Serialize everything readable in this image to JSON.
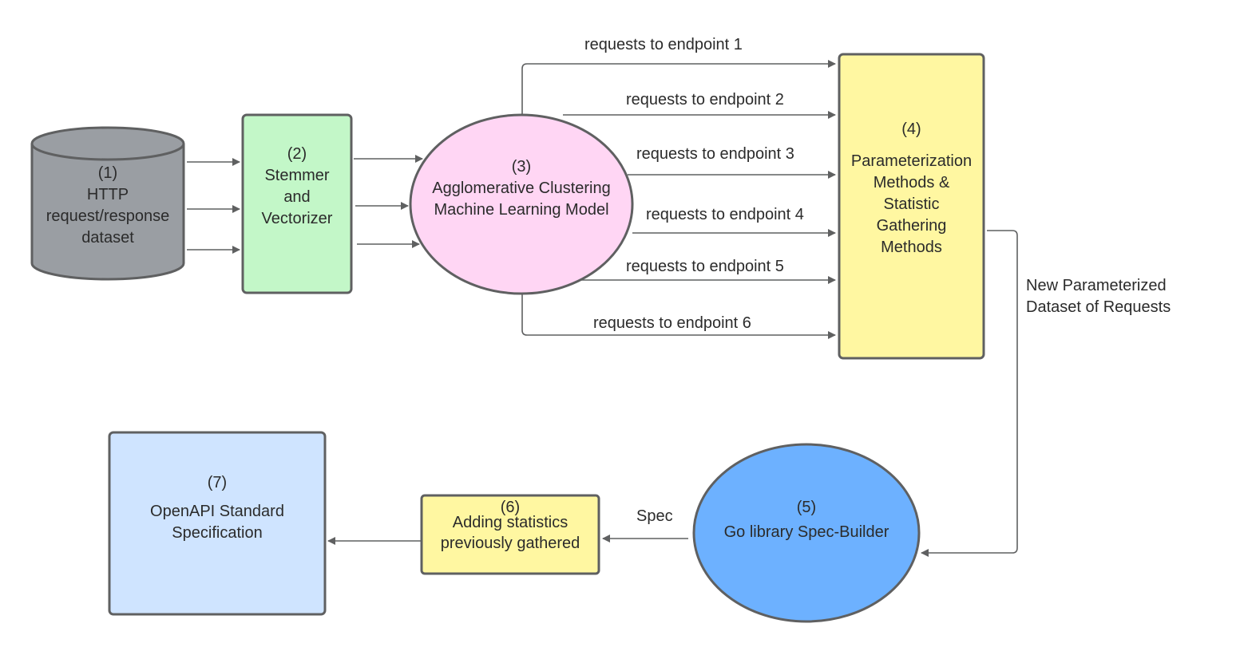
{
  "colors": {
    "stroke": "#5f6061",
    "db_fill": "#9a9ea3",
    "stemmer_fill": "#c3f7c8",
    "clustering_fill": "#ffd6f4",
    "param_fill": "#fff7a1",
    "specbuilder_fill": "#6db1ff",
    "stats_fill": "#fff7a1",
    "openapi_fill": "#cfe4ff"
  },
  "nodes": {
    "dataset": {
      "num": "(1)",
      "lines": [
        "HTTP",
        "request/response",
        "dataset"
      ]
    },
    "stemmer": {
      "num": "(2)",
      "lines": [
        "Stemmer",
        "and",
        "Vectorizer"
      ]
    },
    "clustering": {
      "num": "(3)",
      "lines": [
        "Agglomerative Clustering",
        "Machine Learning Model"
      ]
    },
    "param": {
      "num": "(4)",
      "lines": [
        "Parameterization",
        "Methods &",
        "Statistic",
        "Gathering",
        "Methods"
      ]
    },
    "specbuilder": {
      "num": "(5)",
      "lines": [
        "Go library Spec-Builder"
      ]
    },
    "stats": {
      "num": "(6)",
      "lines": [
        "Adding statistics",
        "previously gathered"
      ]
    },
    "openapi": {
      "num": "(7)",
      "lines": [
        "OpenAPI Standard",
        "Specification"
      ]
    }
  },
  "edges": {
    "ep1": "requests to endpoint 1",
    "ep2": "requests to endpoint 2",
    "ep3": "requests to endpoint 3",
    "ep4": "requests to endpoint 4",
    "ep5": "requests to endpoint 5",
    "ep6": "requests to endpoint 6",
    "new_dataset": [
      "New Parameterized",
      "Dataset of Requests"
    ],
    "spec": "Spec"
  }
}
